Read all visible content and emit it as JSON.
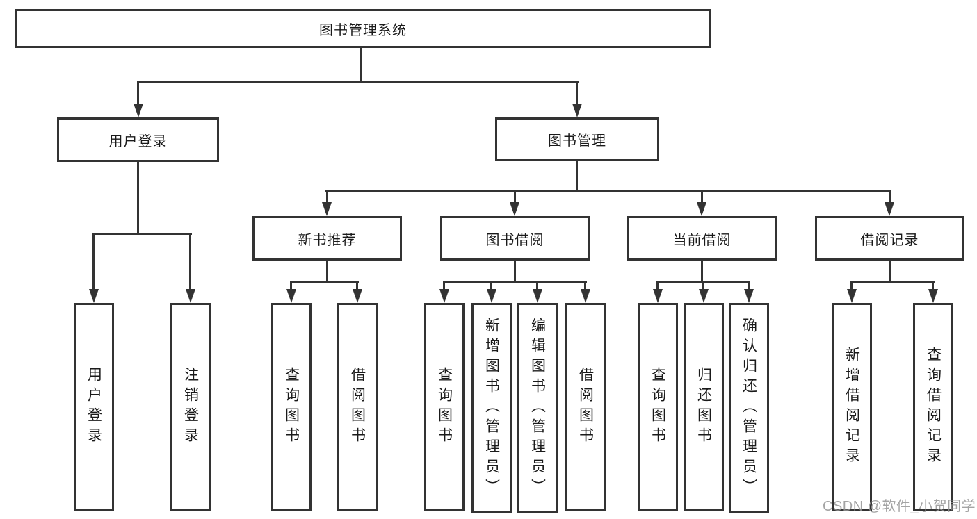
{
  "diagram_title": "图书管理系统",
  "watermark": "CSDN @软件_小贺同学",
  "colors": {
    "line": "#333333",
    "text": "#1a1a1a",
    "watermark": "#949494",
    "background": "#ffffff"
  },
  "tree": {
    "root": {
      "label": "图书管理系统"
    },
    "level2": [
      {
        "label": "用户登录",
        "children": [
          {
            "label": "用户登录"
          },
          {
            "label": "注销登录"
          }
        ]
      },
      {
        "label": "图书管理",
        "children": [
          {
            "label": "新书推荐",
            "children": [
              {
                "label": "查询图书"
              },
              {
                "label": "借阅图书"
              }
            ]
          },
          {
            "label": "图书借阅",
            "children": [
              {
                "label": "查询图书"
              },
              {
                "label": "新增图书（管理员）"
              },
              {
                "label": "编辑图书（管理员）"
              },
              {
                "label": "借阅图书"
              }
            ]
          },
          {
            "label": "当前借阅",
            "children": [
              {
                "label": "查询图书"
              },
              {
                "label": "归还图书"
              },
              {
                "label": "确认归还（管理员）"
              }
            ]
          },
          {
            "label": "借阅记录",
            "children": [
              {
                "label": "新增借阅记录"
              },
              {
                "label": "查询借阅记录"
              }
            ]
          }
        ]
      }
    ]
  }
}
